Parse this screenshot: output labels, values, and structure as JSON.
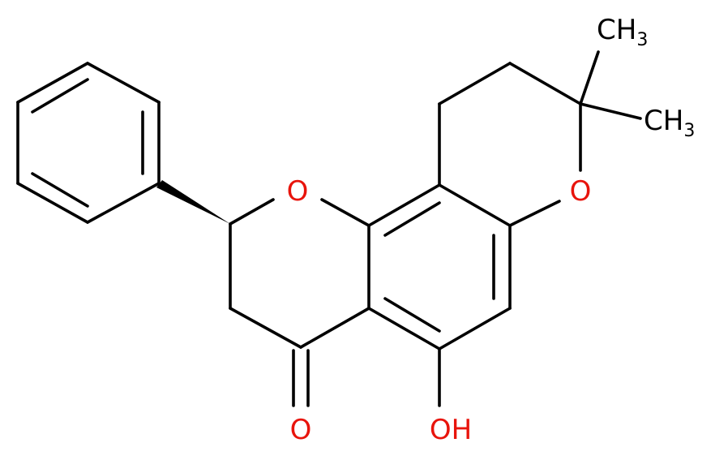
{
  "molecule": {
    "atoms": {
      "o_ring1": {
        "symbol": "O"
      },
      "o_ring2": {
        "symbol": "O"
      },
      "o_ketone": {
        "symbol": "O"
      },
      "oh": {
        "symbol": "OH"
      },
      "methyl1": {
        "main": "CH",
        "sub": "3"
      },
      "methyl2": {
        "main": "CH",
        "sub": "3"
      }
    },
    "colors": {
      "bond": "#000000",
      "oxygen": "#e8140c",
      "carbon_label": "#000000"
    }
  }
}
